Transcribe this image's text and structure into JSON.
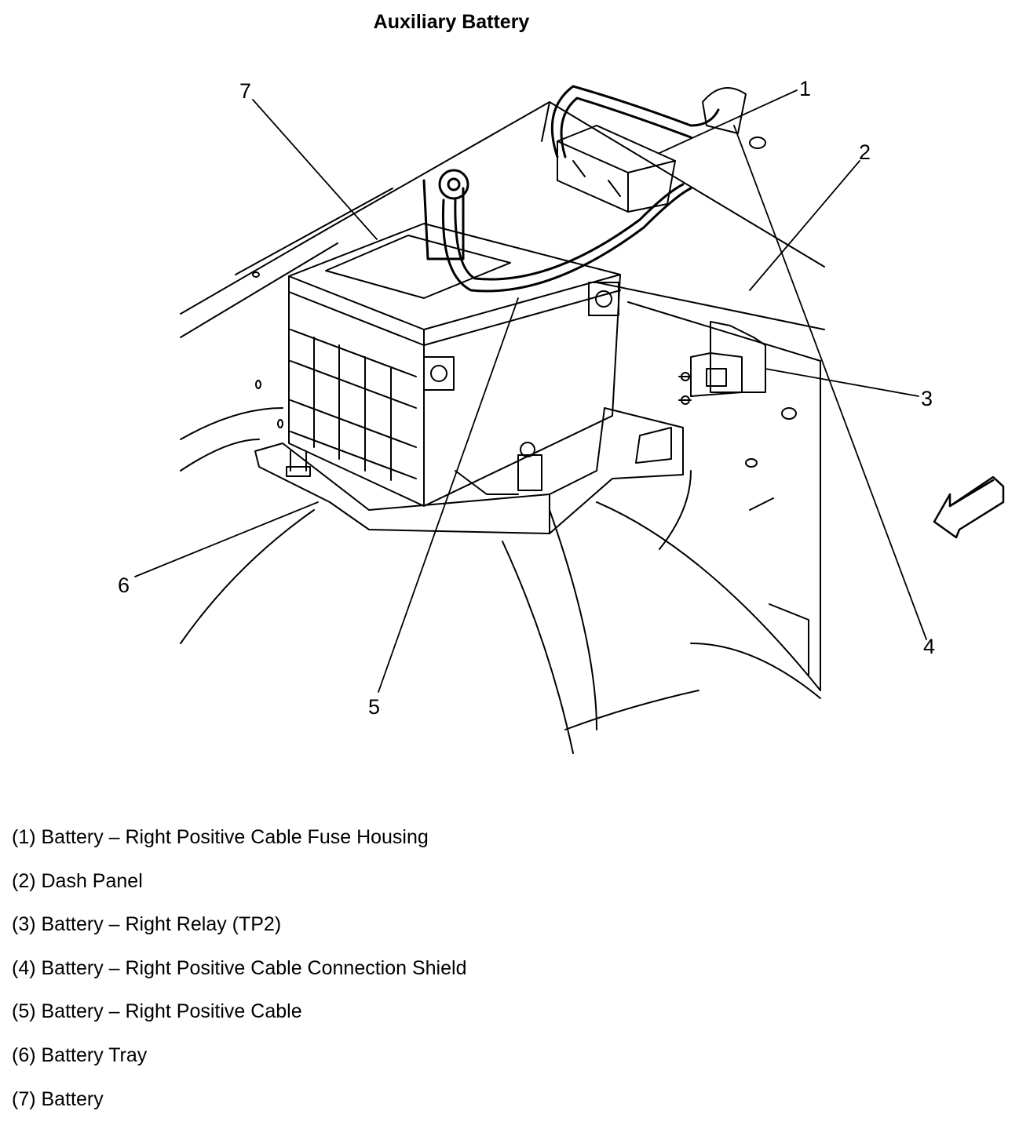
{
  "title": "Auxiliary Battery",
  "callouts": [
    "1",
    "2",
    "3",
    "4",
    "5",
    "6",
    "7"
  ],
  "legend": [
    "(1) Battery – Right Positive Cable Fuse Housing",
    "(2) Dash Panel",
    "(3) Battery – Right Relay (TP2)",
    "(4) Battery – Right Positive Cable Connection Shield",
    "(5) Battery – Right Positive Cable",
    "(6) Battery Tray",
    "(7) Battery"
  ]
}
